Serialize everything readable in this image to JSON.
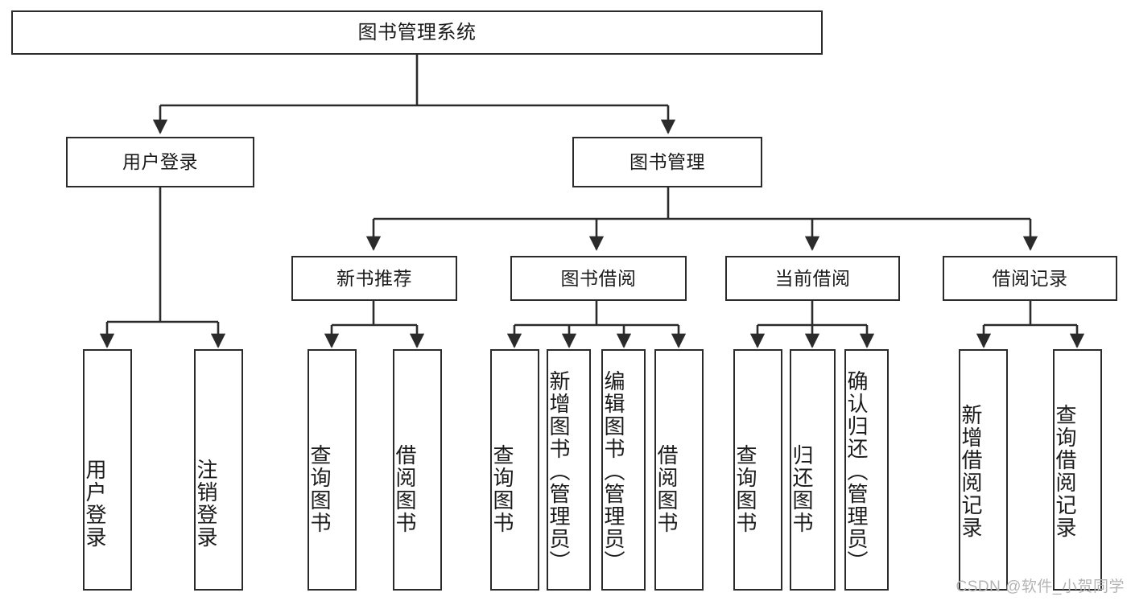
{
  "diagram": {
    "type": "tree",
    "title": "图书管理系统",
    "root": {
      "id": "root",
      "label": "图书管理系统"
    },
    "level1": [
      {
        "id": "user-login",
        "label": "用户登录"
      },
      {
        "id": "book-manage",
        "label": "图书管理"
      }
    ],
    "level2": [
      {
        "id": "new-book-rec",
        "label": "新书推荐"
      },
      {
        "id": "book-borrow",
        "label": "图书借阅"
      },
      {
        "id": "current-borrow",
        "label": "当前借阅"
      },
      {
        "id": "borrow-record",
        "label": "借阅记录"
      }
    ],
    "leaves": {
      "user_login": [
        {
          "id": "leaf-user-login",
          "label": "用户登录"
        },
        {
          "id": "leaf-user-logout",
          "label": "注销登录"
        }
      ],
      "new_book_rec": [
        {
          "id": "leaf-query-book-1",
          "label": "查询图书"
        },
        {
          "id": "leaf-borrow-book-1",
          "label": "借阅图书"
        }
      ],
      "book_borrow": [
        {
          "id": "leaf-query-book-2",
          "label": "查询图书"
        },
        {
          "id": "leaf-add-book",
          "label": "新增图书（管理员）"
        },
        {
          "id": "leaf-edit-book",
          "label": "编辑图书（管理员）"
        },
        {
          "id": "leaf-borrow-book-2",
          "label": "借阅图书"
        }
      ],
      "current_borrow": [
        {
          "id": "leaf-query-book-3",
          "label": "查询图书"
        },
        {
          "id": "leaf-return-book",
          "label": "归还图书"
        },
        {
          "id": "leaf-confirm-return",
          "label": "确认归还（管理员）"
        }
      ],
      "borrow_record": [
        {
          "id": "leaf-add-record",
          "label": "新增借阅记录"
        },
        {
          "id": "leaf-query-record",
          "label": "查询借阅记录"
        }
      ]
    }
  },
  "watermark": {
    "text": "CSDN @软件_小贺同学"
  },
  "colors": {
    "stroke": "#2b2b2b",
    "background": "#ffffff",
    "text": "#1b1b1b",
    "watermark": "#b4b4b4"
  }
}
